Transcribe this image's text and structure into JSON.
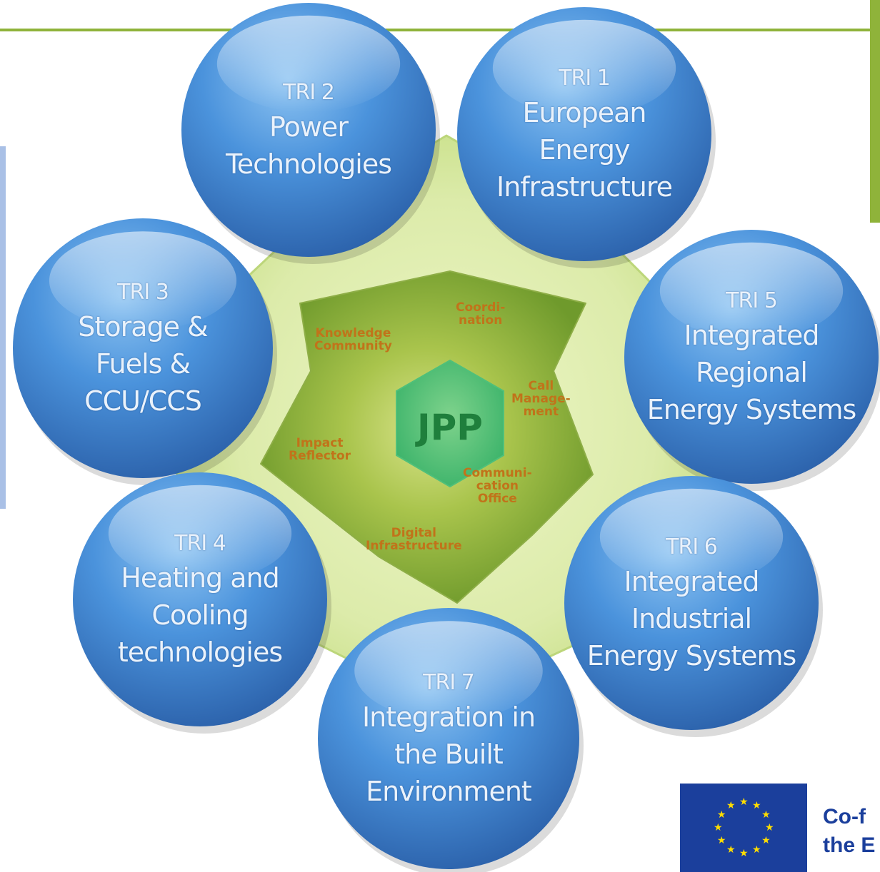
{
  "center": {
    "label": "JPP"
  },
  "core_labels": [
    {
      "id": "knowledge",
      "lines": [
        "Knowledge",
        "Community"
      ]
    },
    {
      "id": "coordination",
      "lines": [
        "Coordi-",
        "nation"
      ]
    },
    {
      "id": "call",
      "lines": [
        "Call",
        "Manage-",
        "ment"
      ]
    },
    {
      "id": "impact",
      "lines": [
        "Impact",
        "Reflector"
      ]
    },
    {
      "id": "communication",
      "lines": [
        "Communi-",
        "cation",
        "Office"
      ]
    },
    {
      "id": "digital",
      "lines": [
        "Digital",
        "Infrastructure"
      ]
    }
  ],
  "circles": [
    {
      "id": "tri1",
      "tri": "TRI 1",
      "lines": [
        "European",
        "Energy",
        "Infrastructure"
      ]
    },
    {
      "id": "tri2",
      "tri": "TRI 2",
      "lines": [
        "Power",
        "Technologies"
      ]
    },
    {
      "id": "tri3",
      "tri": "TRI 3",
      "lines": [
        "Storage &",
        "Fuels &",
        "CCU/CCS"
      ]
    },
    {
      "id": "tri4",
      "tri": "TRI 4",
      "lines": [
        "Heating and",
        "Cooling",
        "technologies"
      ]
    },
    {
      "id": "tri5",
      "tri": "TRI 5",
      "lines": [
        "Integrated",
        "Regional",
        "Energy Systems"
      ]
    },
    {
      "id": "tri6",
      "tri": "TRI 6",
      "lines": [
        "Integrated",
        "Industrial",
        "Energy Systems"
      ]
    },
    {
      "id": "tri7",
      "tri": "TRI 7",
      "lines": [
        "Integration in",
        "the Built",
        "Environment"
      ]
    }
  ],
  "footer": {
    "eu_lines": [
      "Co-f",
      "the E"
    ]
  },
  "colors": {
    "accent_green": "#8fb33a",
    "circle_blue": "#3f86d6",
    "core_label": "#c1731a",
    "eu_blue": "#1b3f9c",
    "eu_star": "#ffdd00"
  }
}
